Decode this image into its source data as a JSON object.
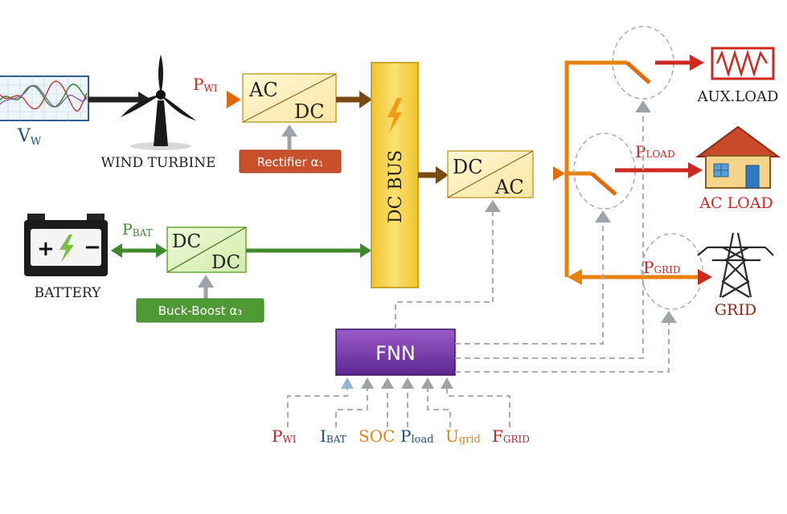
{
  "wind": {
    "vw": {
      "main": "V",
      "sub": "W"
    },
    "turbine_label": "WIND TURBINE",
    "pwi": {
      "main": "P",
      "sub": "WI"
    }
  },
  "rectifier": {
    "top": "AC",
    "bottom": "DC",
    "ctrl": "Rectifier α₁"
  },
  "dcbus": {
    "label": "DC BUS"
  },
  "inverter": {
    "top": "DC",
    "bottom": "AC"
  },
  "battery": {
    "label": "BATTERY",
    "pbat": {
      "main": "P",
      "sub": "BAT"
    }
  },
  "dcdc": {
    "top": "DC",
    "bottom": "DC",
    "ctrl": "Buck-Boost α₃"
  },
  "loads": {
    "aux": "AUX.LOAD",
    "ac": "AC LOAD",
    "grid": "GRID",
    "pload": {
      "main": "P",
      "sub": "LOAD"
    },
    "pgrid": {
      "main": "P",
      "sub": "GRID"
    }
  },
  "fnn": {
    "label": "FNN"
  },
  "inputs": [
    {
      "main": "P",
      "sub": "WI",
      "color": "#b5262a"
    },
    {
      "main": "I",
      "sub": "BAT",
      "color": "#1f4f78"
    },
    {
      "main": "SOC",
      "sub": "",
      "color": "#d4881b"
    },
    {
      "main": "P",
      "sub": "load",
      "color": "#1f4f78"
    },
    {
      "main": "U",
      "sub": "grid",
      "color": "#d4881b"
    },
    {
      "main": "F",
      "sub": "GRID",
      "color": "#b5262a"
    }
  ],
  "colors": {
    "orange": "#e8820f",
    "green": "#3f8a2c",
    "red": "#cc2a20",
    "brown": "#7a4a10",
    "purple": "#6a2f9e",
    "dashed": "#a8acb4",
    "bus": "#f4d23b"
  }
}
